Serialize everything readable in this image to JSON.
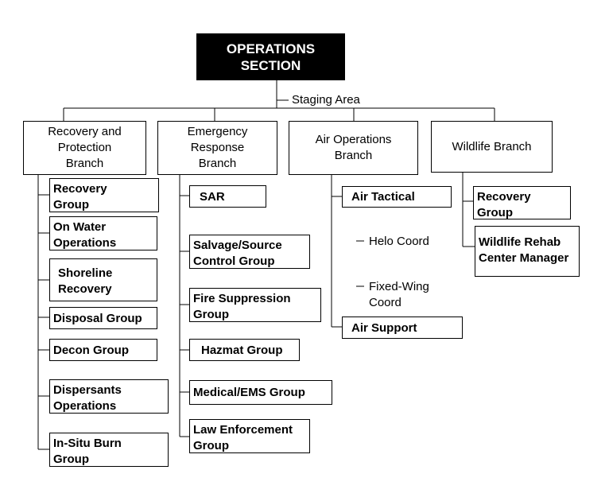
{
  "top": {
    "line1": "OPERATIONS",
    "line2": "SECTION"
  },
  "staging": "Staging Area",
  "branches": {
    "recovery": {
      "lines": [
        "Recovery and",
        "Protection",
        "Branch"
      ]
    },
    "emergency": {
      "lines": [
        "Emergency",
        "Response",
        "Branch"
      ]
    },
    "air": {
      "lines": [
        "Air Operations",
        "Branch"
      ]
    },
    "wildlife": {
      "lines": [
        "Wildlife Branch"
      ]
    }
  },
  "recovery_units": [
    [
      "Recovery",
      "Group"
    ],
    [
      "On Water",
      "Operations"
    ],
    [
      "Shoreline",
      "Recovery"
    ],
    [
      "Disposal Group"
    ],
    [
      "Decon Group"
    ],
    [
      "Dispersants",
      "Operations"
    ],
    [
      "In-Situ Burn",
      "Group"
    ]
  ],
  "emergency_units": [
    [
      "SAR"
    ],
    [
      "Salvage/Source",
      "Control Group"
    ],
    [
      "Fire Suppression",
      "Group"
    ],
    [
      "Hazmat Group"
    ],
    [
      "Medical/EMS Group"
    ],
    [
      "Law Enforcement",
      "Group"
    ]
  ],
  "air_units": {
    "tactical": "Air Tactical",
    "helo": "Helo Coord",
    "fixed_wing": [
      "Fixed-Wing",
      "Coord"
    ],
    "support": "Air Support"
  },
  "wildlife_units": [
    [
      "Recovery",
      "Group"
    ],
    [
      "Wildlife Rehab",
      "Center Manager"
    ]
  ]
}
